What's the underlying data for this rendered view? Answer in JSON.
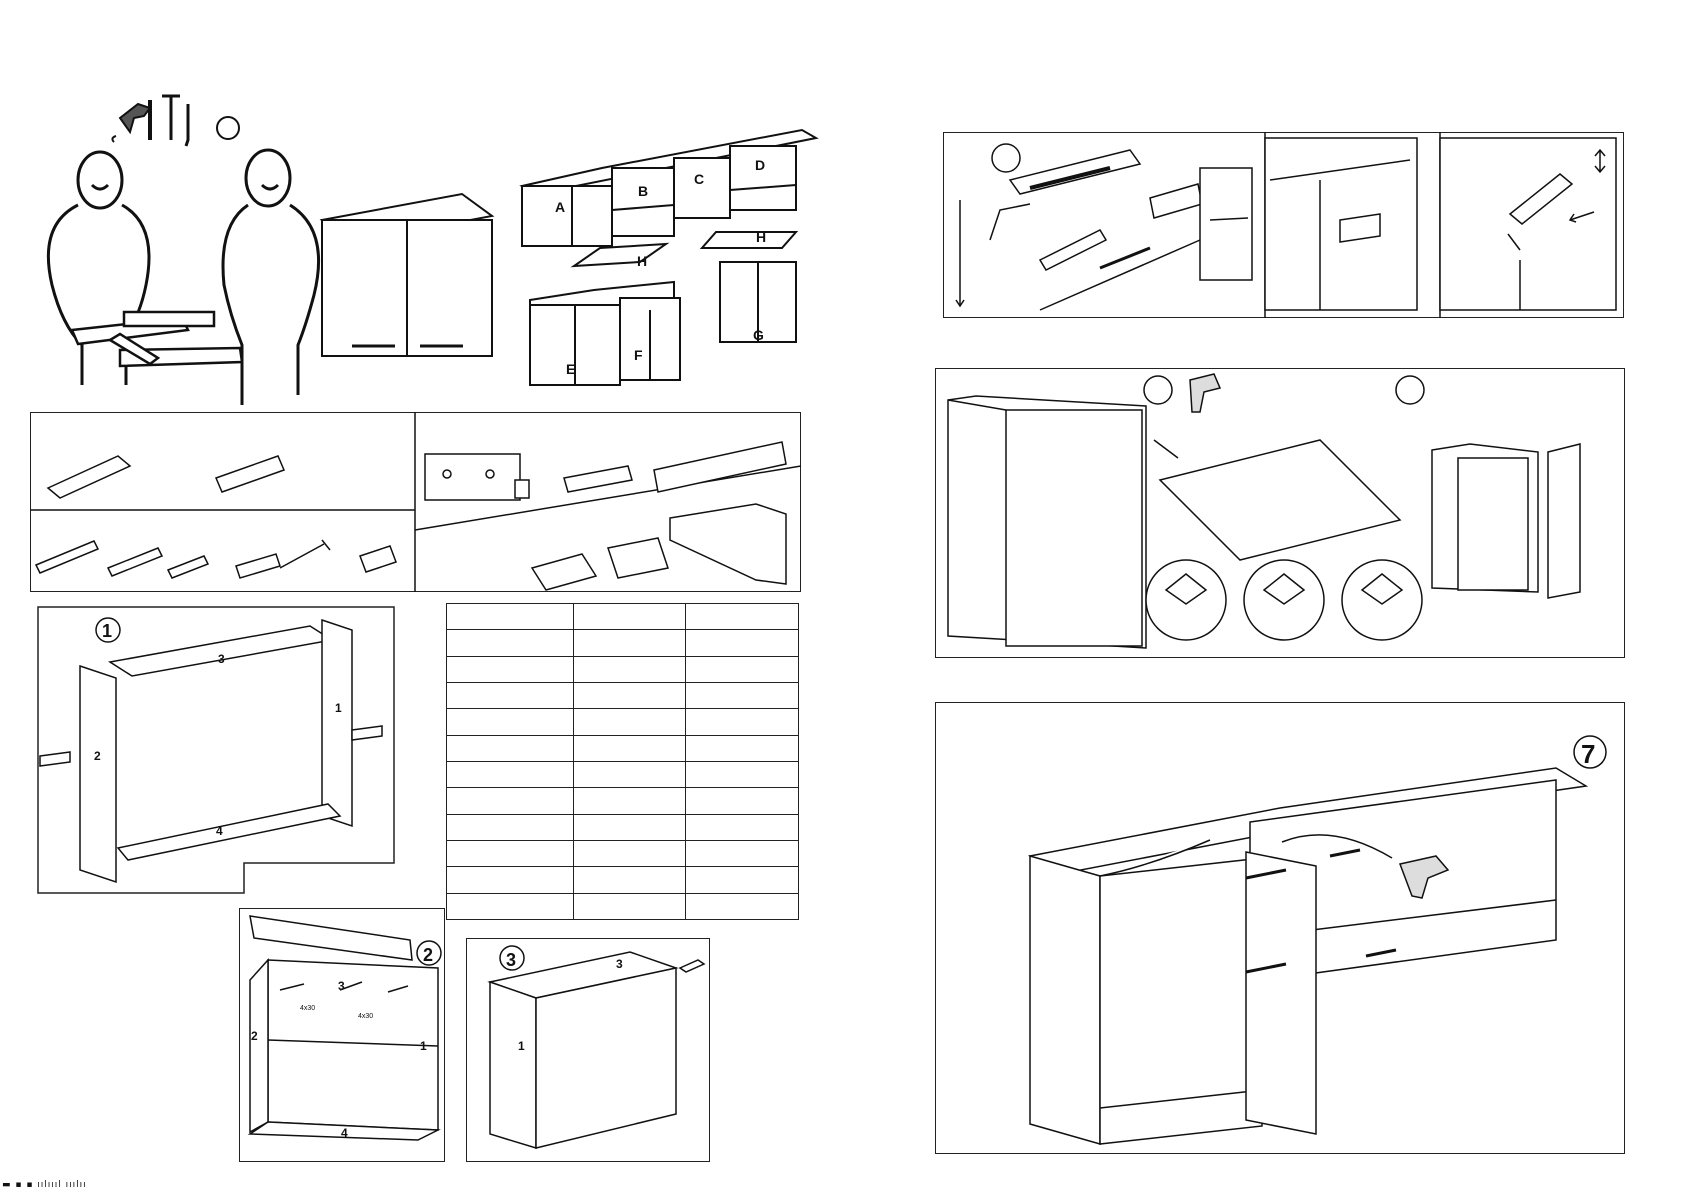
{
  "cabinet_labels": {
    "a": "A",
    "b": "B",
    "c": "C",
    "d": "D",
    "e": "E",
    "f": "F",
    "g": "G",
    "h_top": "H",
    "h_side": "H"
  },
  "panel_numbers": {
    "s1_top": "3",
    "s1_right": "1",
    "s1_left": "2",
    "s1_bottom": "4",
    "s2_top": "3",
    "s2_left": "2",
    "s2_right": "1",
    "s2_bottom": "4",
    "s2_dim_a": "4x30",
    "s2_dim_b": "4x30",
    "s3_top": "3",
    "s3_front": "1"
  },
  "step_markers": {
    "step1": "1",
    "step2": "2",
    "step3": "3",
    "step7": "7"
  },
  "parts_table": {
    "rows": 12,
    "cols": 3
  },
  "footer_mark": "▬ ▪ ▪ ıılıııl ııılıı"
}
